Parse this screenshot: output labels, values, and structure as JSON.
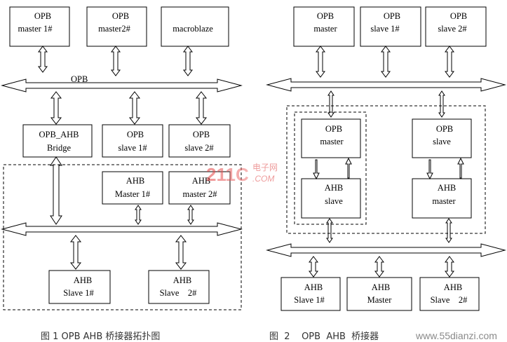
{
  "figure1": {
    "caption": "图 1 OPB AHB 桥接器拓扑图",
    "bus_opb_label": "OPB",
    "blocks": {
      "opb_master1": [
        "OPB",
        "master 1#"
      ],
      "opb_master2": [
        "OPB",
        "master2#"
      ],
      "macroblaze": [
        "macroblaze"
      ],
      "opb_ahb_bridge": [
        "OPB_AHB",
        "Bridge"
      ],
      "opb_slave1": [
        "OPB",
        "slave 1#"
      ],
      "opb_slave2": [
        "OPB",
        "slave 2#"
      ],
      "ahb_master1": [
        "AHB",
        "Master 1#"
      ],
      "ahb_master2": [
        "AHB",
        "master 2#"
      ],
      "ahb_slave1": [
        "AHB",
        "Slave 1#"
      ],
      "ahb_slave2": [
        "AHB",
        "Slave    2#"
      ]
    }
  },
  "figure2": {
    "caption": "图  2    OPB  AHB  桥接器",
    "blocks": {
      "opb_master": [
        "OPB",
        "master"
      ],
      "opb_slave1": [
        "OPB",
        "slave 1#"
      ],
      "opb_slave2": [
        "OPB",
        "slave 2#"
      ],
      "bridge_opb_master": [
        "OPB",
        "master"
      ],
      "bridge_ahb_slave": [
        "AHB",
        "slave"
      ],
      "bridge_opb_slave": [
        "OPB",
        "slave"
      ],
      "bridge_ahb_master": [
        "AHB",
        "master"
      ],
      "ahb_slave1": [
        "AHB",
        "Slave 1#"
      ],
      "ahb_master": [
        "AHB",
        "Master"
      ],
      "ahb_slave2": [
        "AHB",
        "Slave    2#"
      ]
    }
  },
  "watermarks": {
    "center_logo": "211C",
    "center_logo_cn": "电子网",
    "center_logo_url": ".COM",
    "bottom_right_url": "www.55dianzi.com"
  }
}
